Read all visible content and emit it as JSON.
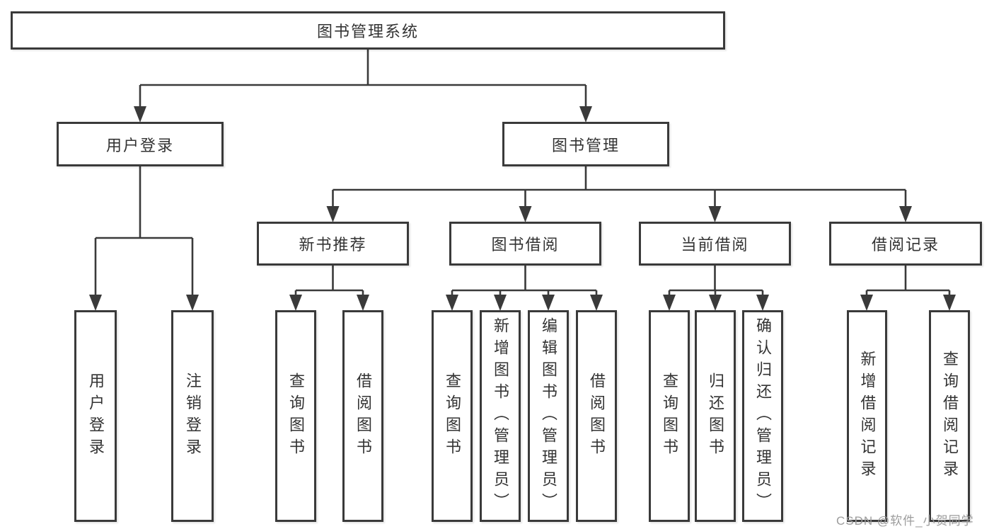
{
  "diagram": {
    "type": "hierarchy-tree",
    "title": "图书管理系统",
    "nodes": {
      "root": {
        "label": "图书管理系统"
      },
      "login": {
        "label": "用户登录",
        "children": [
          "用户登录",
          "注销登录"
        ]
      },
      "mgmt": {
        "label": "图书管理"
      },
      "mgmt_children": [
        {
          "label": "新书推荐",
          "children": [
            "查询图书",
            "借阅图书"
          ]
        },
        {
          "label": "图书借阅",
          "children": [
            "查询图书",
            "新增图书（管理员）",
            "编辑图书（管理员）",
            "借阅图书"
          ]
        },
        {
          "label": "当前借阅",
          "children": [
            "查询图书",
            "归还图书",
            "确认归还（管理员）"
          ]
        },
        {
          "label": "借阅记录",
          "children": [
            "新增借阅记录",
            "查询借阅记录"
          ]
        }
      ]
    },
    "style": {
      "line_color": "#3a3a3a",
      "box_border_color": "#3a3a3a",
      "text_color": "#333333",
      "background": "#ffffff"
    }
  },
  "watermark": {
    "text": "CSDN @软件_小贺同学",
    "color": "#9c9c9c"
  }
}
